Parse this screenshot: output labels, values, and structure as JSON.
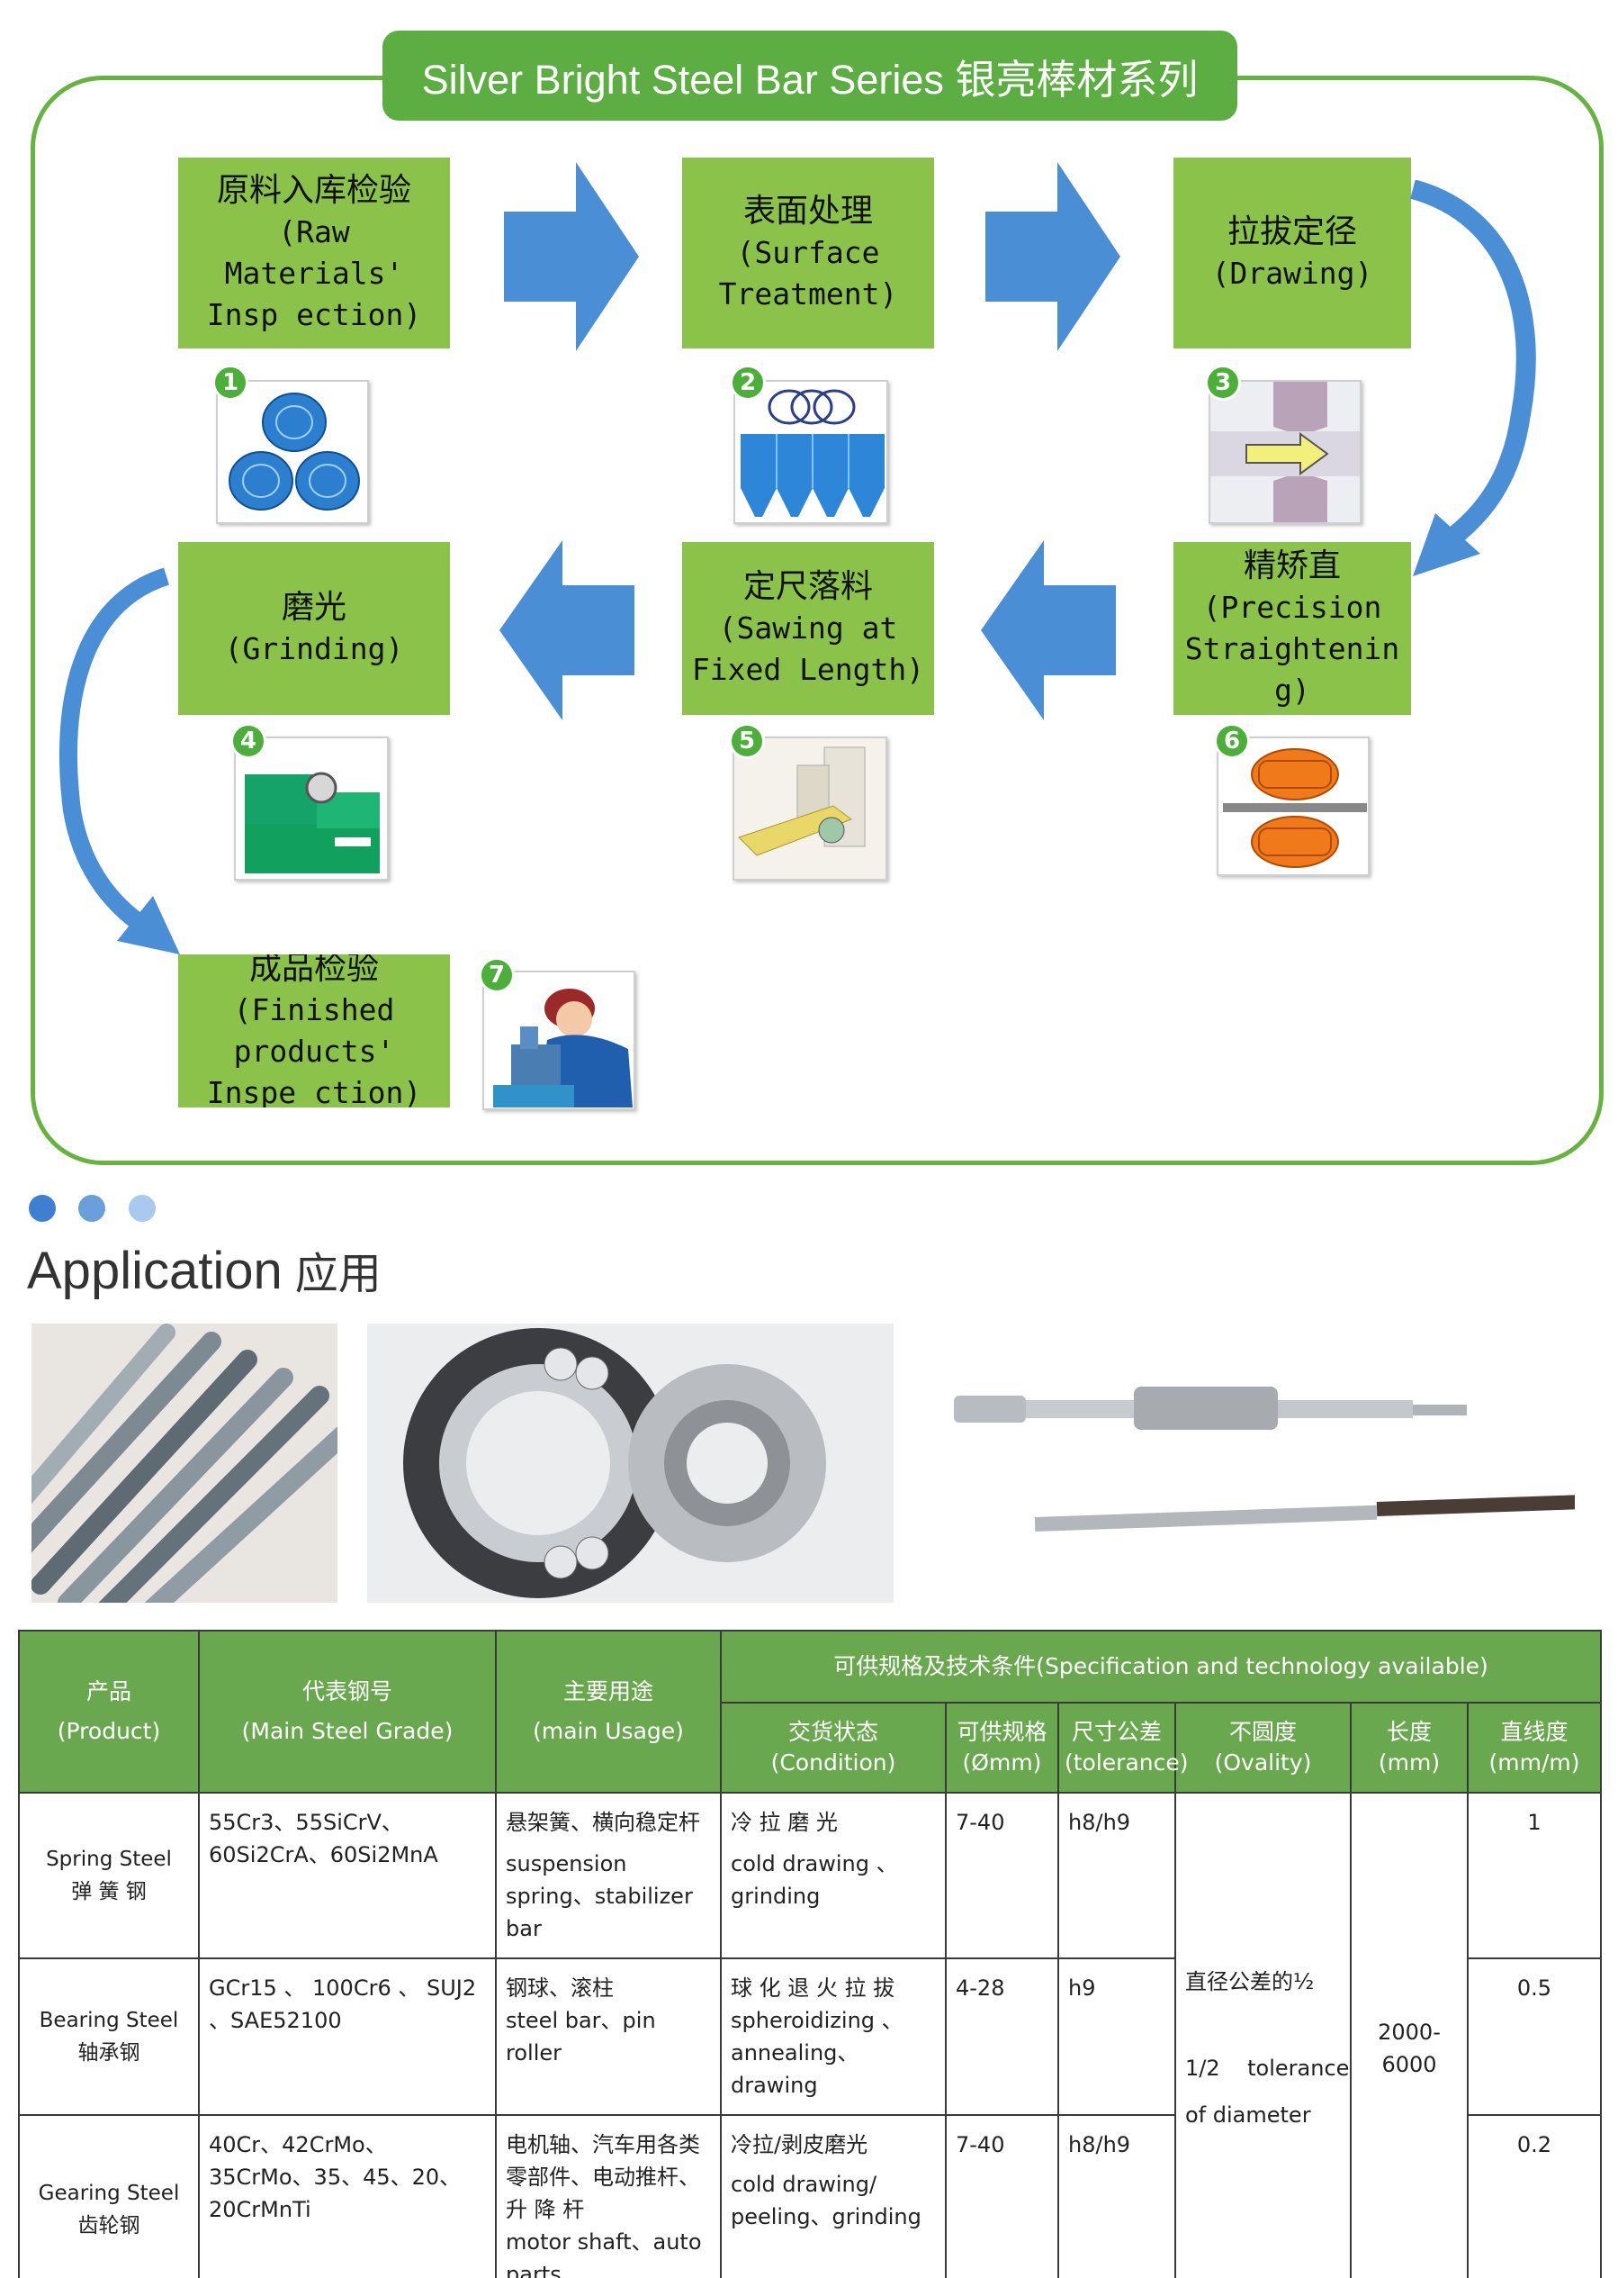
{
  "process": {
    "title": "Silver Bright Steel Bar Series 银亮棒材系列",
    "steps": [
      {
        "number": "1",
        "cn": "原料入库检验",
        "en": "(Raw Materials' Insp ection)"
      },
      {
        "number": "2",
        "cn": "表面处理",
        "en": "(Surface Treatment)"
      },
      {
        "number": "3",
        "cn": "拉拔定径",
        "en": "(Drawing)"
      },
      {
        "number": "4",
        "cn": "磨光",
        "en": "(Grinding)"
      },
      {
        "number": "5",
        "cn": "定尺落料",
        "en": "(Sawing at Fixed Length)"
      },
      {
        "number": "6",
        "cn": "精矫直",
        "en": "(Precision Straightenin g)"
      },
      {
        "number": "7",
        "cn": "成品检验",
        "en": "(Finished products' Inspe ction)"
      }
    ],
    "colors": {
      "frame": "#66b340",
      "step_box": "#8bc34a",
      "arrow": "#4a8fd6"
    }
  },
  "application": {
    "title_en": "Application",
    "title_cn": "应用",
    "dot_colors": [
      "#3f7fcf",
      "#6a9fdc",
      "#a9c9ee"
    ]
  },
  "spec_table": {
    "headers": {
      "product": [
        "产品",
        "(Product)"
      ],
      "grade": [
        "代表钢号",
        "(Main Steel Grade)"
      ],
      "usage": [
        "主要用途",
        "(main Usage)"
      ],
      "group": "可供规格及技术条件(Specification and technology available)",
      "condition": [
        "交货状态",
        "(Condition)"
      ],
      "size": [
        "可供规格",
        "(Ømm)"
      ],
      "tolerance": [
        "尺寸公差",
        "(tolerance)"
      ],
      "ovality": [
        "不圆度",
        "(Ovality)"
      ],
      "length": [
        "长度",
        "(mm)"
      ],
      "straightness": [
        "直线度",
        "(mm/m)"
      ]
    },
    "rows": [
      {
        "product_en": "Spring  Steel",
        "product_cn": "弹 簧 钢",
        "grade": "55Cr3、55SiCrV、60Si2CrA、60Si2MnA",
        "usage_cn": "悬架簧、横向稳定杆",
        "usage_en": "suspension spring、stabilizer bar",
        "condition_cn": "冷 拉 磨 光",
        "condition_en": "cold drawing 、grinding",
        "size": "7-40",
        "tolerance": "h8/h9",
        "straightness": "1"
      },
      {
        "product_en": "Bearing Steel",
        "product_cn": "轴承钢",
        "grade": "GCr15 、 100Cr6 、 SUJ2 、SAE52100",
        "usage_cn": "钢球、滚柱",
        "usage_en": "steel bar、pin roller",
        "condition_cn": "球 化 退 火 拉 拔",
        "condition_en": "spheroidizing 、annealing、drawing",
        "size": "4-28",
        "tolerance": "h9",
        "straightness": "0.5"
      },
      {
        "product_en": "Gearing Steel",
        "product_cn": "齿轮钢",
        "grade": "40Cr、42CrMo、35CrMo、35、45、20、20CrMnTi",
        "usage_cn": "电机轴、汽车用各类零部件、电动推杆、升 降 杆",
        "usage_en": "motor shaft、auto parts",
        "condition_cn": "冷拉/剥皮磨光",
        "condition_en": "cold drawing/ peeling、grinding",
        "size": "7-40",
        "tolerance": "h8/h9",
        "straightness": "0.2"
      }
    ],
    "ovality_cn": "直径公差的½",
    "ovality_en_1": "1/2    tolerance",
    "ovality_en_2": "of diameter",
    "length": "2000-6000"
  }
}
